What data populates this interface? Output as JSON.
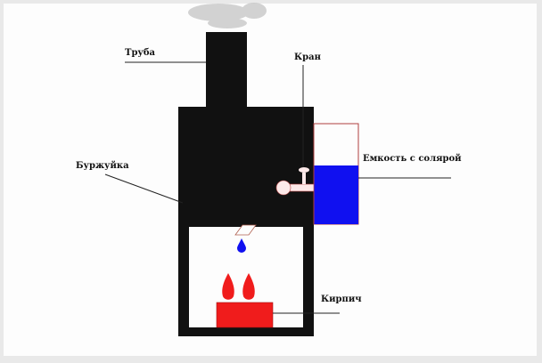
{
  "labels": {
    "pipe": "Труба",
    "tap": "Кран",
    "stove": "Буржуйка",
    "tank": "Емкость с солярой",
    "brick": "Кирпич"
  },
  "colors": {
    "stove": "#111111",
    "fuel": "#1010f0",
    "flame": "#f01c1c",
    "tank_outline": "#b04040",
    "smoke": "#bbbbbb"
  }
}
